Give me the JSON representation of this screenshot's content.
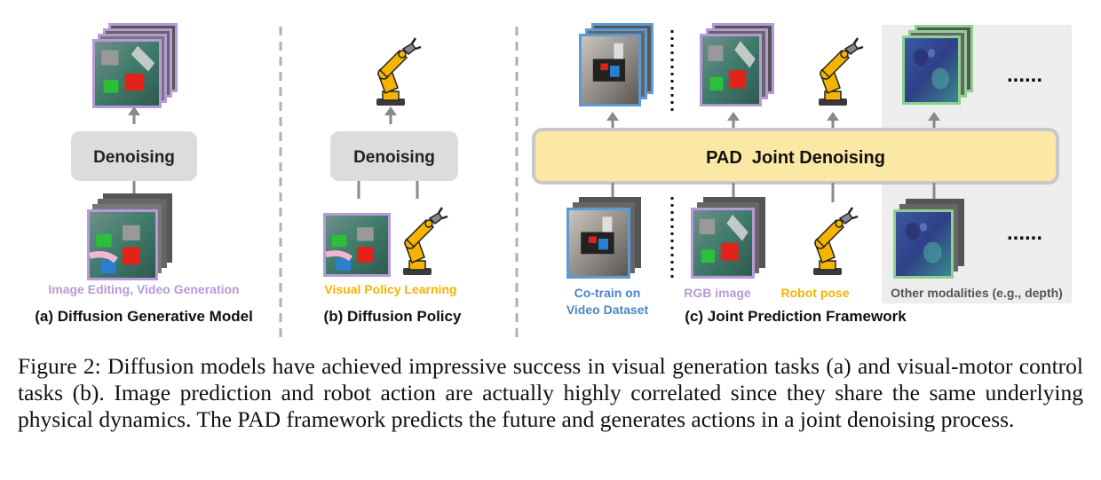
{
  "figure": {
    "panels": [
      {
        "id": "a",
        "caption": "(a) Diffusion Generative Model",
        "task_label": "Image Editing, Video Generation",
        "denoise_label": "Denoising"
      },
      {
        "id": "b",
        "caption": "(b) Diffusion Policy",
        "task_label": "Visual Policy Learning",
        "denoise_label": "Denoising"
      },
      {
        "id": "c",
        "caption": "(c) Joint Prediction Framework",
        "denoise_label": "PAD  Joint Denoising",
        "inputs": {
          "cotrain_line1": "Co-train on",
          "cotrain_line2": "Video Dataset",
          "rgb": "RGB image",
          "robot": "Robot pose",
          "other": "Other modalities (e.g., depth)",
          "ellipsis": "......"
        }
      }
    ],
    "colors": {
      "purple_frame": "#b69ad8",
      "blue_frame": "#5b9bd5",
      "green_frame": "#8fd08f",
      "yellow_bar": "#fce8a5",
      "gray_box": "#dcdcdc",
      "purple_text": "#b69ad8",
      "orange_text": "#f5b400",
      "blue_text": "#4a86c5",
      "gray_text": "#555555"
    },
    "icons": [
      "robot-arm-icon",
      "arrow-up-icon"
    ]
  },
  "caption": {
    "label": "Figure 2:",
    "text": "Diffusion models have achieved impressive success in visual generation tasks (a) and visual-motor control tasks (b). Image prediction and robot action are actually highly correlated since they share the same underlying physical dynamics. The PAD framework predicts the future and generates actions in a joint denoising process."
  }
}
